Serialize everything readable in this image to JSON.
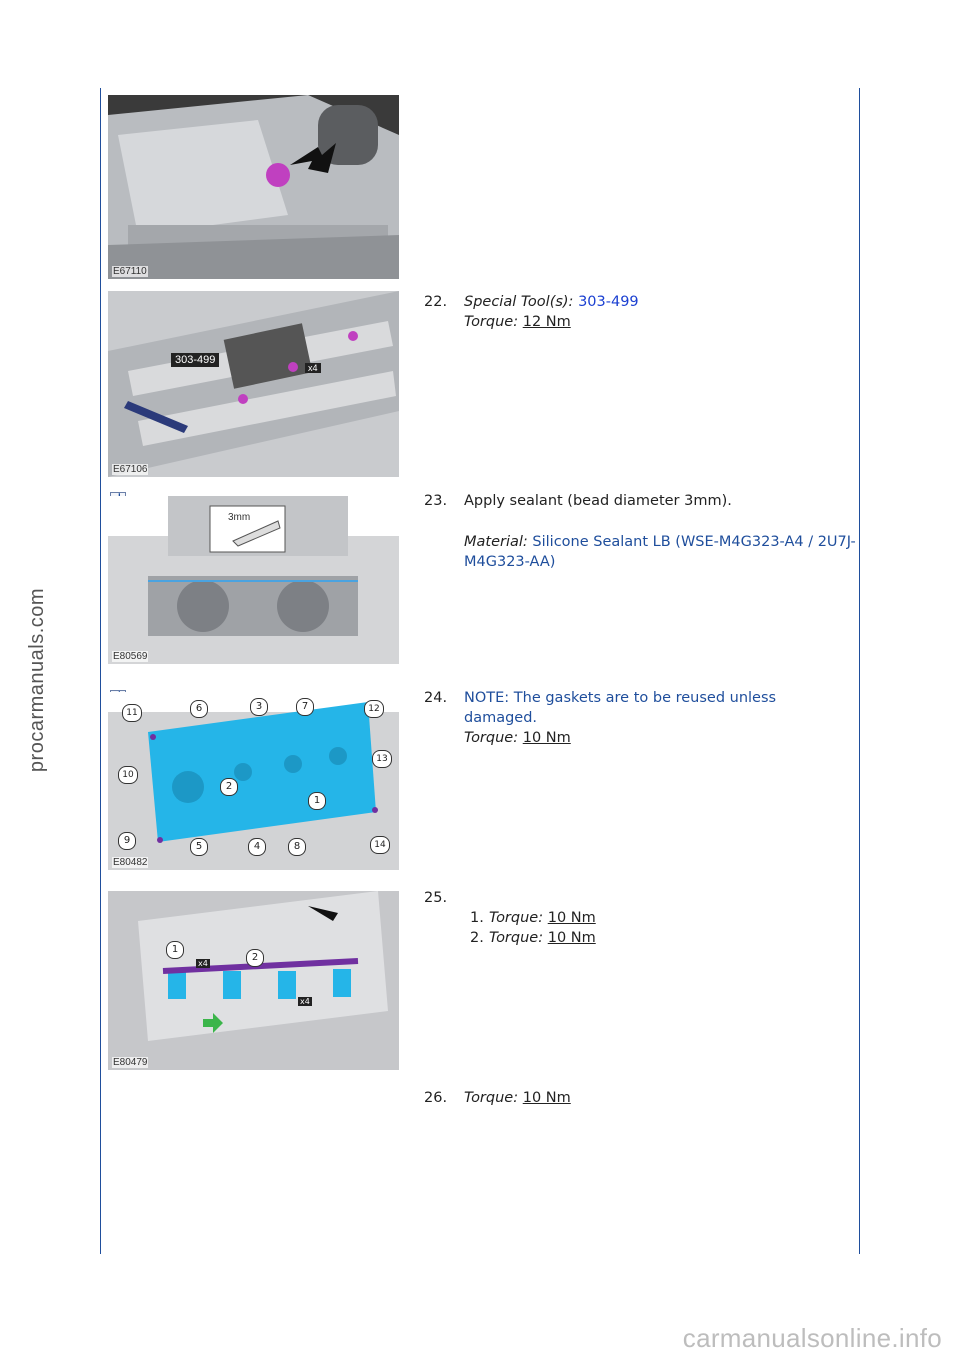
{
  "watermarks": {
    "side": "procarmanuals.com",
    "bottom": "carmanualsonline.info"
  },
  "figures": [
    {
      "code": "E67110"
    },
    {
      "code": "E67106",
      "tag": "303-499",
      "count": "x4"
    },
    {
      "code": "E80569",
      "dim": "3mm"
    },
    {
      "code": "E80482",
      "callouts": [
        "1",
        "2",
        "3",
        "4",
        "5",
        "6",
        "7",
        "8",
        "9",
        "10",
        "11",
        "12",
        "13",
        "14"
      ]
    },
    {
      "code": "E80479",
      "callouts": [
        "1",
        "2"
      ],
      "counts": [
        "x4",
        "x4"
      ]
    }
  ],
  "steps": [
    {
      "number": "22.",
      "special_tool_label": "Special Tool(s):",
      "special_tool_value": "303-499",
      "torque_label": "Torque:",
      "torque_value": "12 Nm"
    },
    {
      "number": "23.",
      "text": "Apply sealant (bead diameter 3mm).",
      "material_label": "Material:",
      "material_value": "Silicone Sealant LB (WSE-M4G323-A4 / 2U7J-M4G323-AA)"
    },
    {
      "number": "24.",
      "note": "NOTE: The gaskets are to be reused unless damaged.",
      "torque_label": "Torque:",
      "torque_value": "10 Nm"
    },
    {
      "number": "25.",
      "items": [
        {
          "number": "1.",
          "torque_label": "Torque:",
          "torque_value": "10 Nm"
        },
        {
          "number": "2.",
          "torque_label": "Torque:",
          "torque_value": "10 Nm"
        }
      ]
    },
    {
      "number": "26.",
      "torque_label": "Torque:",
      "torque_value": "10 Nm"
    }
  ]
}
